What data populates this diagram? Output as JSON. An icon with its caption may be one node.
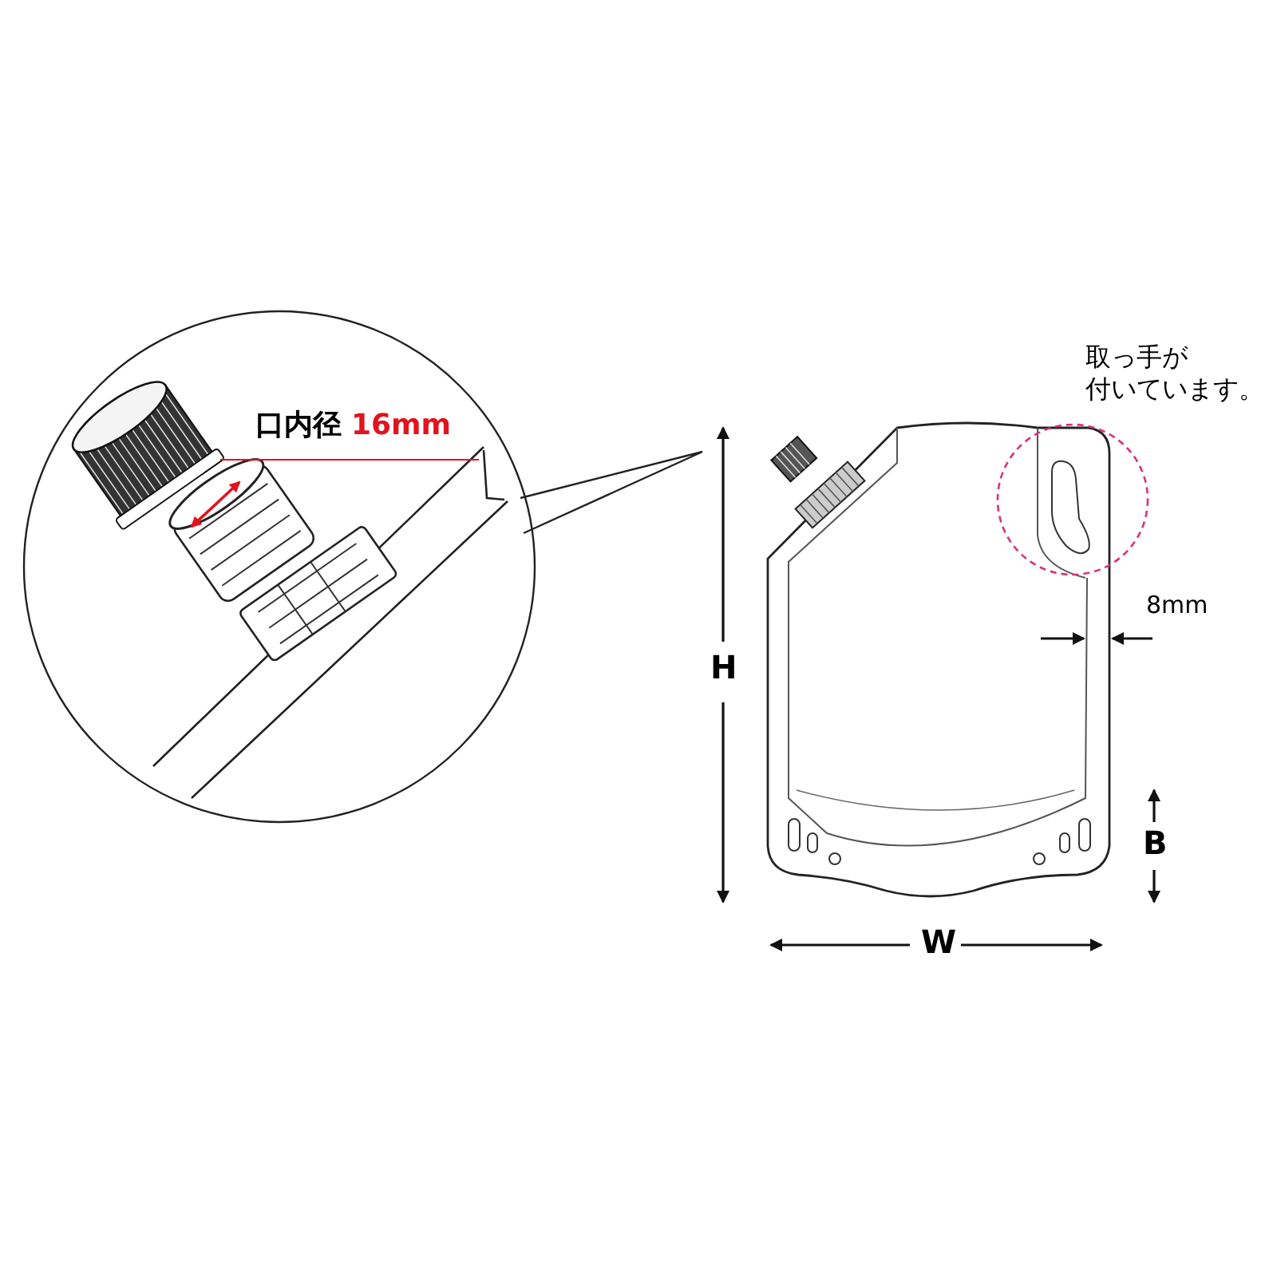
{
  "diagram": {
    "labels": [
      "口内径",
      "16mm",
      "取っ手が",
      "付いています。",
      "8mm",
      "H",
      "B",
      "W"
    ]
  }
}
